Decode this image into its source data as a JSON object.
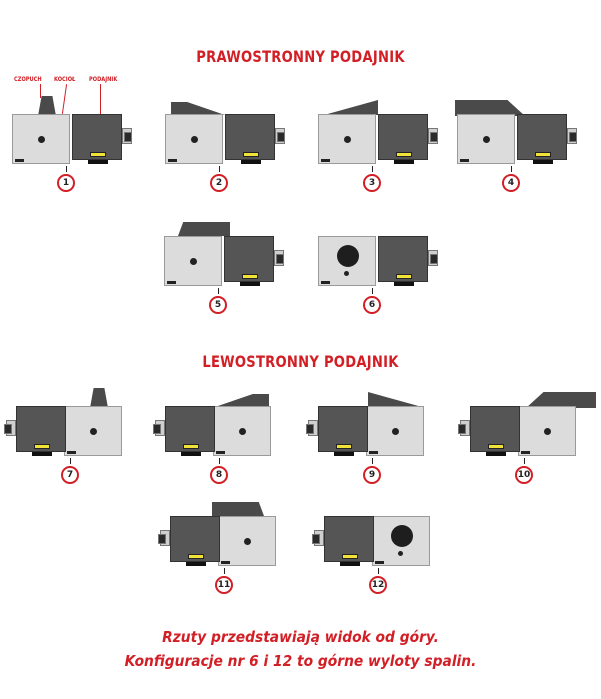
{
  "headings": {
    "right": "PRAWOSTRONNY PODAJNIK",
    "left": "LEWOSTRONNY PODAJNIK"
  },
  "legend": {
    "czopuch": "CZOPUCH",
    "kociol": "KOCIOŁ",
    "podajnik": "PODAJNIK"
  },
  "configurations": [
    {
      "number": "1",
      "side": "right"
    },
    {
      "number": "2",
      "side": "right"
    },
    {
      "number": "3",
      "side": "right"
    },
    {
      "number": "4",
      "side": "right"
    },
    {
      "number": "5",
      "side": "right"
    },
    {
      "number": "6",
      "side": "right",
      "top_outlet": true
    },
    {
      "number": "7",
      "side": "left"
    },
    {
      "number": "8",
      "side": "left"
    },
    {
      "number": "9",
      "side": "left"
    },
    {
      "number": "10",
      "side": "left"
    },
    {
      "number": "11",
      "side": "left"
    },
    {
      "number": "12",
      "side": "left",
      "top_outlet": true
    }
  ],
  "footer": {
    "line1": "Rzuty przedstawiają widok od góry.",
    "line2": "Konfiguracje nr 6 i 12 to górne wyloty spalin."
  },
  "colors": {
    "accent": "#d21f26",
    "boiler": "#dcdcdc",
    "feeder": "#555555"
  }
}
